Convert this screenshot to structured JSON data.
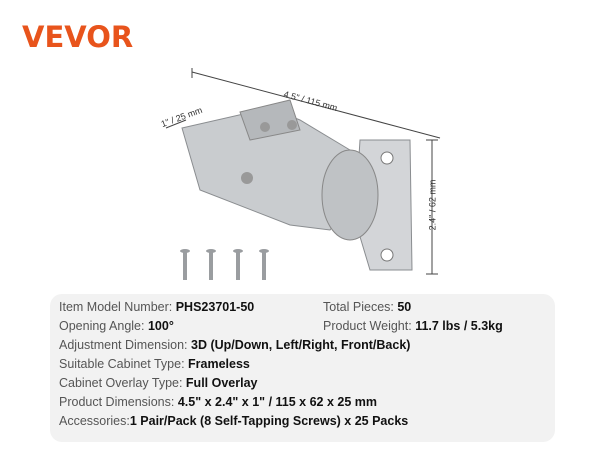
{
  "brand": "VEVOR",
  "dimensions": {
    "length": "4.5\" / 115 mm",
    "depth": "1\" / 25 mm",
    "height": "2.4\" / 62 mm"
  },
  "specs": [
    {
      "label": "Item Model Number: ",
      "value": "PHS23701-50"
    },
    {
      "label": "Total Pieces: ",
      "value": "50"
    },
    {
      "label": "Opening Angle: ",
      "value": "100°"
    },
    {
      "label": "Product Weight: ",
      "value": "11.7 lbs / 5.3kg"
    },
    {
      "label": "Adjustment Dimension: ",
      "value": "3D (Up/Down, Left/Right, Front/Back)"
    },
    {
      "label": "Suitable Cabinet Type: ",
      "value": "Frameless"
    },
    {
      "label": "Cabinet Overlay Type: ",
      "value": "Full Overlay"
    },
    {
      "label": "Product Dimensions: ",
      "value": "4.5\" x 2.4\" x 1\" / 115 x 62 x 25 mm"
    },
    {
      "label": "Accessories:",
      "value": "1 Pair/Pack (8 Self-Tapping Screws) x 25 Packs"
    }
  ]
}
